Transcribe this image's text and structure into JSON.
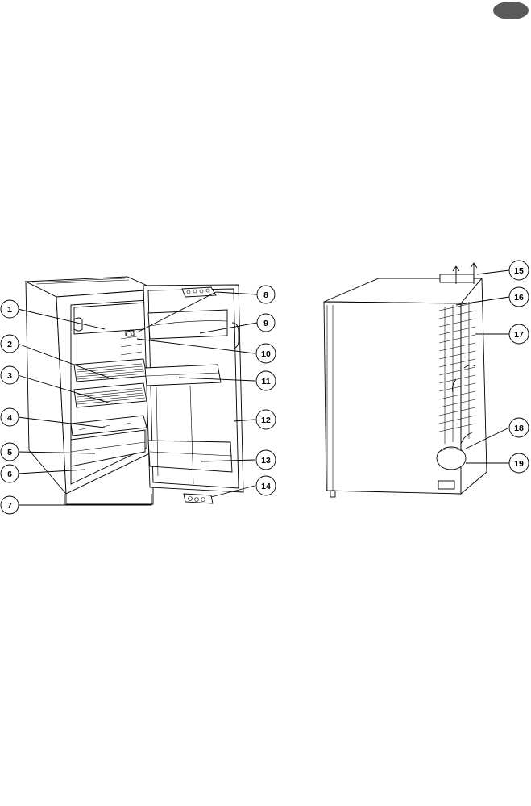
{
  "page": {
    "language_badge_color": "#5a5a5a"
  },
  "front_view": {
    "callouts": [
      {
        "id": "c1",
        "number": "1"
      },
      {
        "id": "c2",
        "number": "2"
      },
      {
        "id": "c3",
        "number": "3"
      },
      {
        "id": "c4",
        "number": "4"
      },
      {
        "id": "c5",
        "number": "5"
      },
      {
        "id": "c6",
        "number": "6"
      },
      {
        "id": "c7",
        "number": "7"
      },
      {
        "id": "c8",
        "number": "8"
      },
      {
        "id": "c9",
        "number": "9"
      },
      {
        "id": "c10",
        "number": "10"
      },
      {
        "id": "c11",
        "number": "11"
      },
      {
        "id": "c12",
        "number": "12"
      },
      {
        "id": "c13",
        "number": "13"
      },
      {
        "id": "c14",
        "number": "14"
      }
    ]
  },
  "rear_view": {
    "callouts": [
      {
        "id": "c15",
        "number": "15"
      },
      {
        "id": "c16",
        "number": "16"
      },
      {
        "id": "c17",
        "number": "17"
      },
      {
        "id": "c18",
        "number": "18"
      },
      {
        "id": "c19",
        "number": "19"
      }
    ]
  }
}
